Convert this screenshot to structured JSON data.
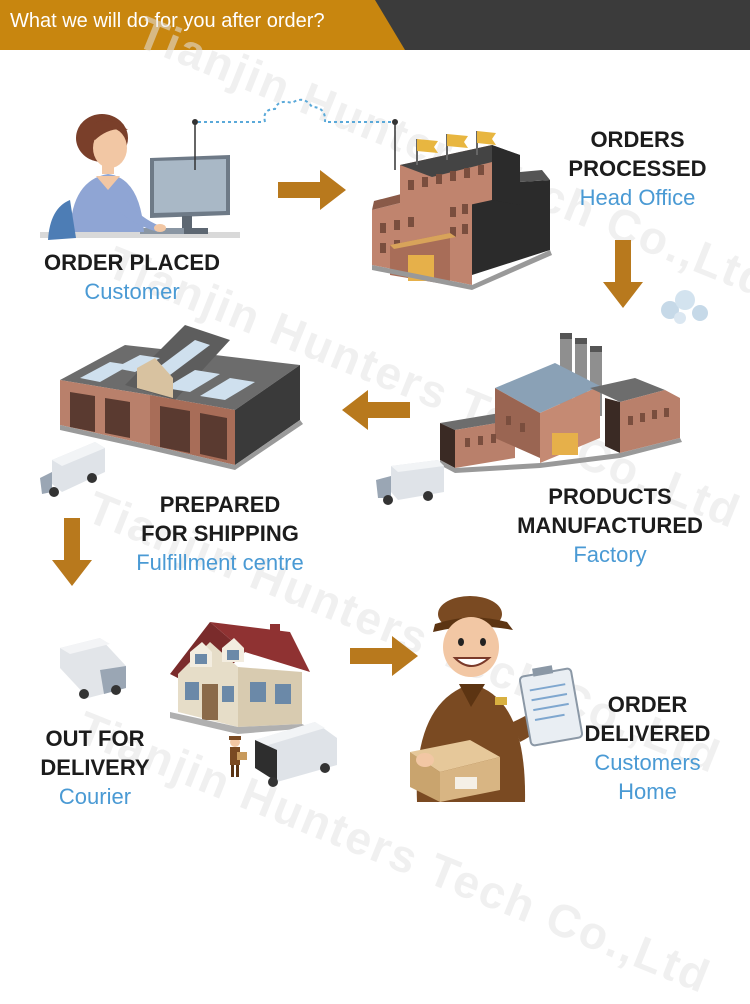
{
  "header": {
    "title": "What we will do for you after order?",
    "accent": "#c8860f",
    "bar": "#3b3b3b"
  },
  "watermark": {
    "text": "Tianjin Hunters Tech Co.,Ltd"
  },
  "steps": [
    {
      "title": "ORDER PLACED",
      "subtitle": "Customer"
    },
    {
      "title": "ORDERS\nPROCESSED",
      "subtitle": "Head Office"
    },
    {
      "title": "PRODUCTS\nMANUFACTURED",
      "subtitle": "Factory"
    },
    {
      "title": "PREPARED\nFOR SHIPPING",
      "subtitle": "Fulfillment centre"
    },
    {
      "title": "OUT FOR\nDELIVERY",
      "subtitle": "Courier"
    },
    {
      "title": "ORDER\nDELIVERED",
      "subtitle": "Customers\nHome"
    }
  ],
  "colors": {
    "arrow": "#b8791d",
    "title": "#1c1c1c",
    "subtitle": "#4a9ad4",
    "brick": "#b9806b"
  }
}
